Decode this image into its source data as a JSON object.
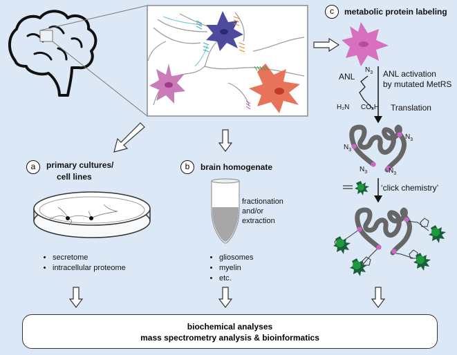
{
  "section_a": {
    "letter": "a",
    "title_line1": "primary cultures/",
    "title_line2": "cell lines",
    "bullets": [
      "secretome",
      "intracellular proteome"
    ]
  },
  "section_b": {
    "letter": "b",
    "title": "brain homogenate",
    "process_lines": [
      "fractionation",
      "and/or",
      "extraction"
    ],
    "bullets": [
      "gliosomes",
      "myelin",
      "etc."
    ]
  },
  "section_c": {
    "letter": "c",
    "title": "metabolic protein labeling",
    "anl_label": "ANL",
    "activation_line1": "ANL activation",
    "activation_line2": "by mutated MetRS",
    "translation": "Translation",
    "click": "‘click chemistry’"
  },
  "chem": {
    "n3": "N",
    "sub3": "3",
    "h2n": "H₂N",
    "co2h": "CO₂H"
  },
  "bottom": {
    "line1": "biochemical analyses",
    "line2": "mass spectrometry analysis & bioinformatics"
  },
  "colors": {
    "background": "#dce8f5",
    "neuron_purple": "#4e4a9e",
    "neuron_pink": "#c97cb8",
    "neuron_salmon": "#e7735b",
    "protein_gray": "#666666",
    "label_green": "#1e9a3d",
    "label_magenta": "#cc66cc"
  }
}
